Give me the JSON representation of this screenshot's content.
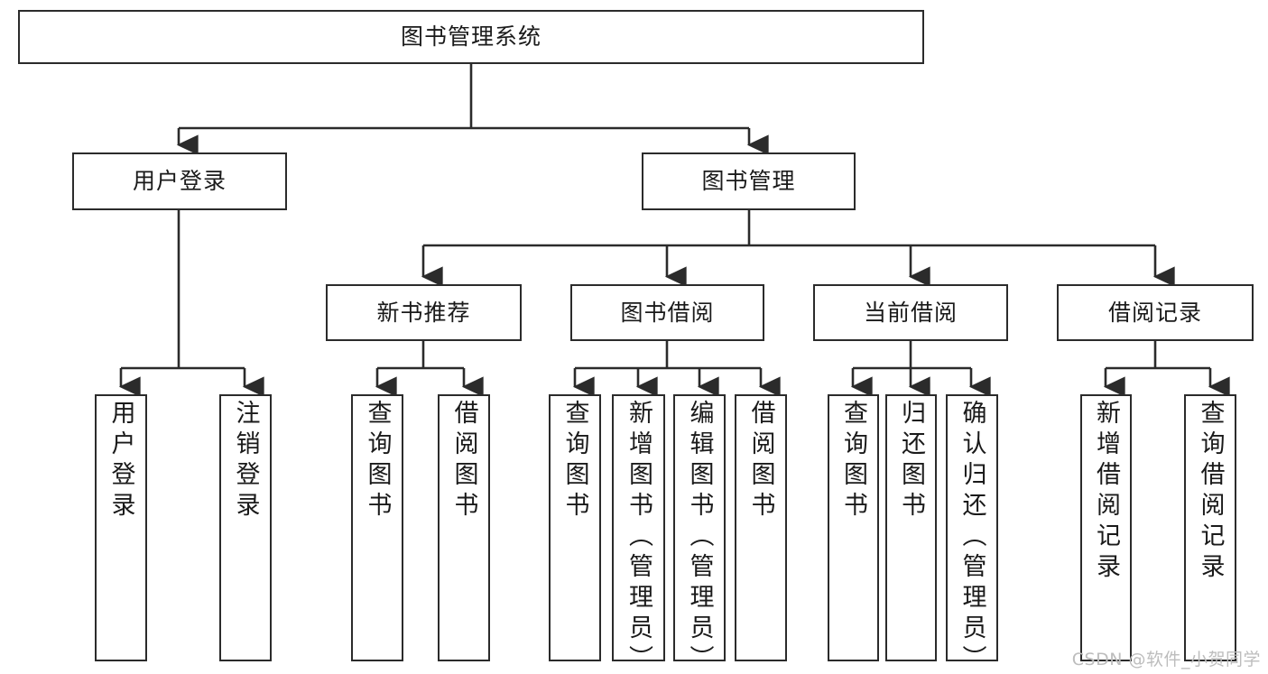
{
  "diagram": {
    "type": "tree-hierarchy",
    "title": "图书管理系统",
    "watermark": "CSDN @软件_小贺同学",
    "colors": {
      "box_border": "#2b2b2b",
      "box_fill": "#ffffff",
      "connector": "#2b2b2b",
      "text": "#1a1a1a",
      "watermark": "#bdbdbd",
      "background": "#ffffff"
    }
  },
  "nodes": {
    "root": {
      "label": "图书管理系统"
    },
    "level2": [
      {
        "id": "user-login",
        "label": "用户登录"
      },
      {
        "id": "book-manage",
        "label": "图书管理"
      }
    ],
    "level3": [
      {
        "id": "new-book-recommend",
        "label": "新书推荐"
      },
      {
        "id": "book-borrow",
        "label": "图书借阅"
      },
      {
        "id": "current-borrow",
        "label": "当前借阅"
      },
      {
        "id": "borrow-record",
        "label": "借阅记录"
      }
    ],
    "leaves": [
      {
        "id": "leaf-user-login",
        "label": "用户登录",
        "parent": "user-login"
      },
      {
        "id": "leaf-user-logout",
        "label": "注销登录",
        "parent": "user-login"
      },
      {
        "id": "leaf-query-book-1",
        "label": "查询图书",
        "parent": "new-book-recommend"
      },
      {
        "id": "leaf-borrow-book-1",
        "label": "借阅图书",
        "parent": "new-book-recommend"
      },
      {
        "id": "leaf-query-book-2",
        "label": "查询图书",
        "parent": "book-borrow"
      },
      {
        "id": "leaf-add-book",
        "label": "新增图书（管理员）",
        "parent": "book-borrow"
      },
      {
        "id": "leaf-edit-book",
        "label": "编辑图书（管理员）",
        "parent": "book-borrow"
      },
      {
        "id": "leaf-borrow-book-2",
        "label": "借阅图书",
        "parent": "book-borrow"
      },
      {
        "id": "leaf-query-book-3",
        "label": "查询图书",
        "parent": "current-borrow"
      },
      {
        "id": "leaf-return-book",
        "label": "归还图书",
        "parent": "current-borrow"
      },
      {
        "id": "leaf-confirm-return",
        "label": "确认归还（管理员）",
        "parent": "current-borrow"
      },
      {
        "id": "leaf-add-record",
        "label": "新增借阅记录",
        "parent": "borrow-record"
      },
      {
        "id": "leaf-query-record",
        "label": "查询借阅记录",
        "parent": "borrow-record"
      }
    ]
  }
}
